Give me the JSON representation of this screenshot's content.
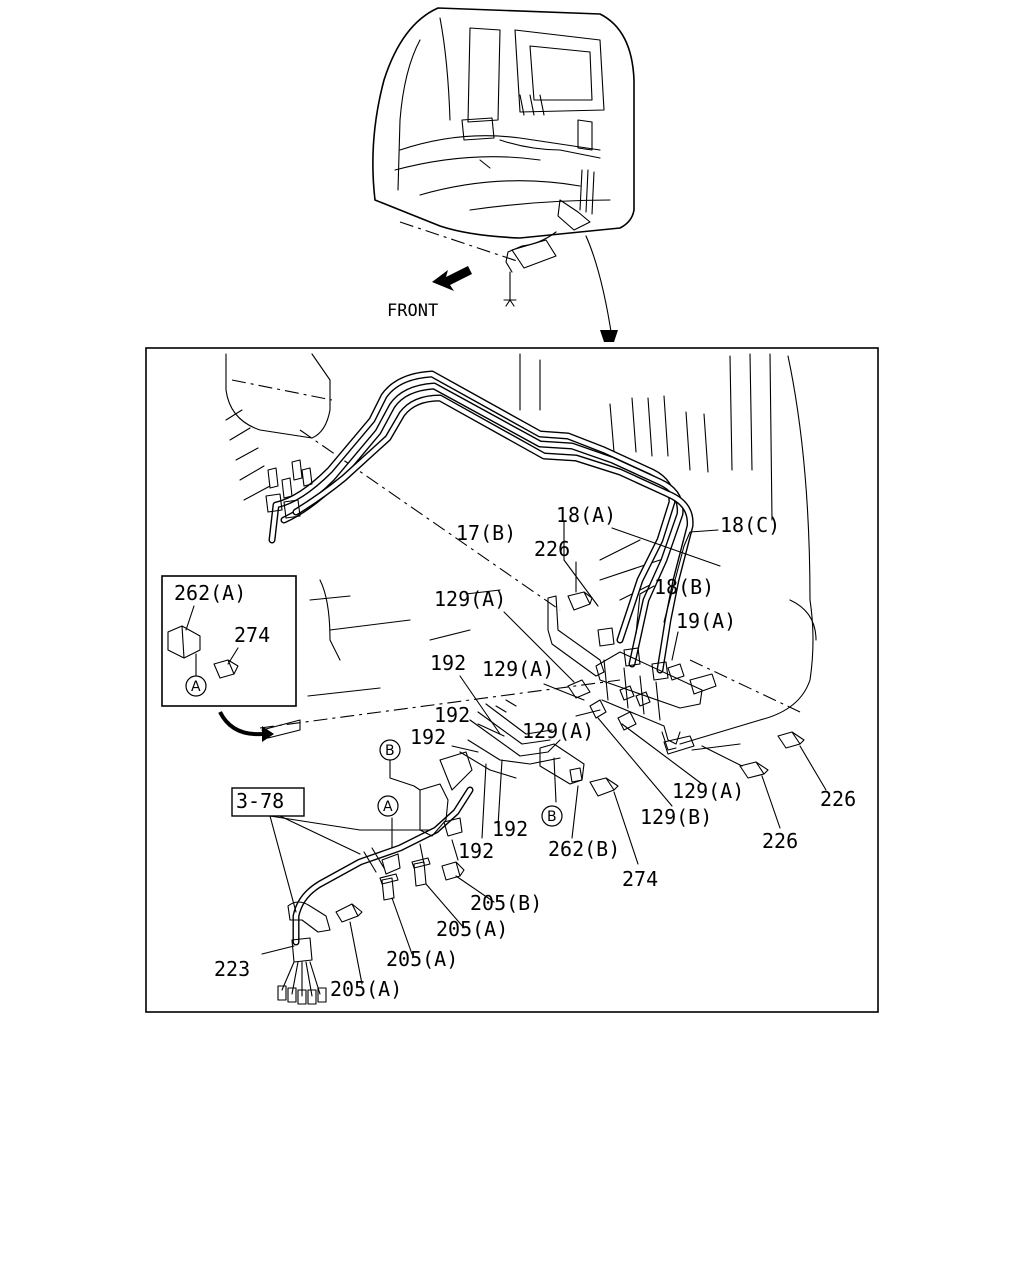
{
  "diagram": {
    "front_label": "FRONT",
    "callouts": {
      "l18a": "18(A)",
      "l18b": "18(B)",
      "l18c": "18(C)",
      "l17b": "17(B)",
      "l19a": "19(A)",
      "l226_top": "226",
      "l226_r1": "226",
      "l226_r2": "226",
      "l129a_1": "129(A)",
      "l129a_2": "129(A)",
      "l129a_3": "129(A)",
      "l129a_4": "129(A)",
      "l129b": "129(B)",
      "l192_1": "192",
      "l192_2": "192",
      "l192_3": "192",
      "l192_4": "192",
      "l192_5": "192",
      "l262a": "262(A)",
      "l262b": "262(B)",
      "l274_inset": "274",
      "l274_main": "274",
      "l378": "3-78",
      "l205b": "205(B)",
      "l205a_1": "205(A)",
      "l205a_2": "205(A)",
      "l205a_3": "205(A)",
      "l223": "223",
      "ref_a": "A",
      "ref_b": "B"
    }
  }
}
